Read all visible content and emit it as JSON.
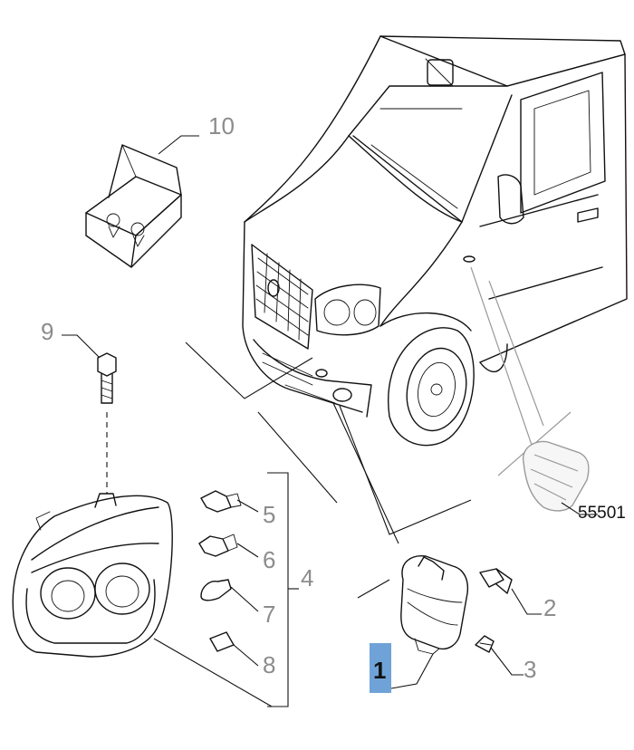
{
  "diagram": {
    "callouts": [
      {
        "id": "c10",
        "label": "10"
      },
      {
        "id": "c9",
        "label": "9"
      },
      {
        "id": "c5",
        "label": "5"
      },
      {
        "id": "c6",
        "label": "6"
      },
      {
        "id": "c7",
        "label": "7"
      },
      {
        "id": "c8",
        "label": "8"
      },
      {
        "id": "c4",
        "label": "4"
      },
      {
        "id": "c1",
        "label": "1"
      },
      {
        "id": "c2",
        "label": "2"
      },
      {
        "id": "c3",
        "label": "3"
      },
      {
        "id": "c55501",
        "label": "55501"
      }
    ],
    "selected_callout": "2",
    "colors": {
      "line": "#111111",
      "callout_text": "#8c8c8c",
      "selected_bg": "#6fa3d8",
      "guide_line": "#9a9a9a"
    }
  }
}
